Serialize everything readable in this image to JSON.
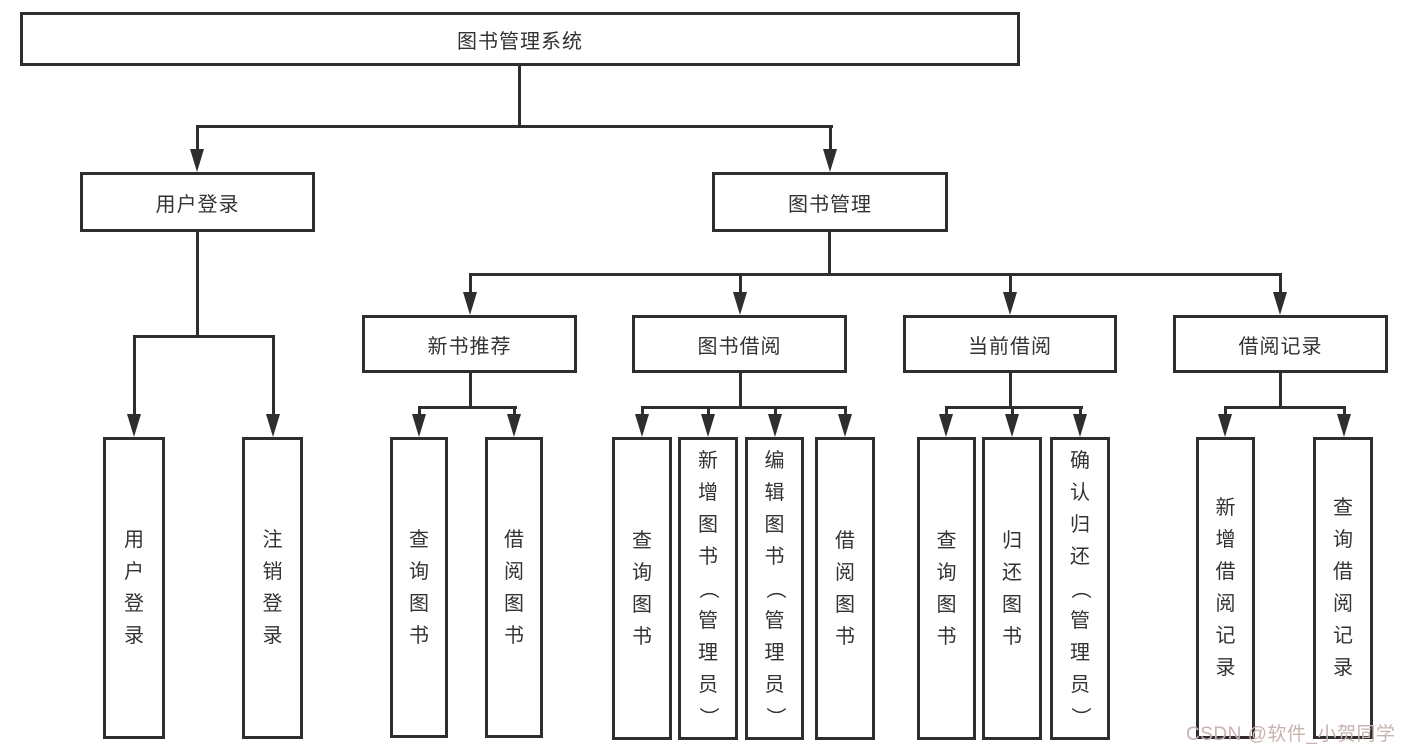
{
  "tree": {
    "root": {
      "label": "图书管理系统"
    },
    "branches": [
      {
        "label": "用户登录",
        "children": [
          {
            "label": "用户登录"
          },
          {
            "label": "注销登录"
          }
        ]
      },
      {
        "label": "图书管理",
        "children": [
          {
            "label": "新书推荐",
            "children": [
              {
                "label": "查询图书"
              },
              {
                "label": "借阅图书"
              }
            ]
          },
          {
            "label": "图书借阅",
            "children": [
              {
                "label": "查询图书"
              },
              {
                "label": "新增图书（管理员）"
              },
              {
                "label": "编辑图书（管理员）"
              },
              {
                "label": "借阅图书"
              }
            ]
          },
          {
            "label": "当前借阅",
            "children": [
              {
                "label": "查询图书"
              },
              {
                "label": "归还图书"
              },
              {
                "label": "确认归还（管理员）"
              }
            ]
          },
          {
            "label": "借阅记录",
            "children": [
              {
                "label": "新增借阅记录"
              },
              {
                "label": "查询借阅记录"
              }
            ]
          }
        ]
      }
    ]
  },
  "colors": {
    "line": "#2e2e2e",
    "box_fill": "#ffffff",
    "text": "#333333",
    "watermark": "#c9b2b0"
  },
  "watermark": {
    "text": "CSDN @软件_小贺同学"
  }
}
